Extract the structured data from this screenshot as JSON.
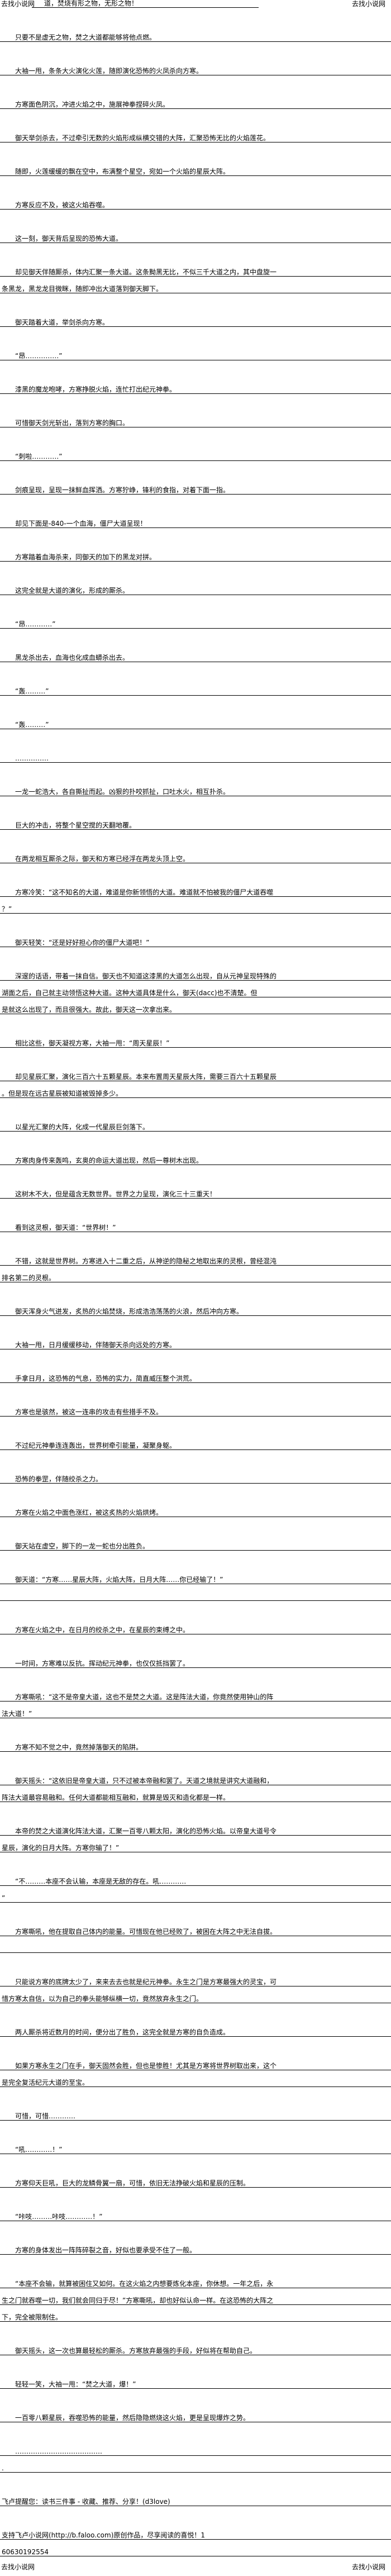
{
  "header": {
    "site_left": "去找小说网",
    "title": "道，焚烧有形之物，无形之物！",
    "site_right": "去找小说网"
  },
  "paragraphs": [
    {
      "indent": true,
      "lines": [
        "只要不是虚无之物，焚之大道都能够将他点燃。"
      ]
    },
    {
      "indent": true,
      "lines": [
        "大袖一甩，条条大火演化火莲，随即演化恐怖的火凤杀向方寒。"
      ]
    },
    {
      "indent": true,
      "lines": [
        "方寒面色阴沉，冲进火焰之中，施展神拳捏碎火凤。"
      ]
    },
    {
      "indent": true,
      "lines": [
        "御天举剑杀去，不过牵引无数的火焰形成纵横交错的大阵，汇聚恐怖无比的火焰莲花。"
      ]
    },
    {
      "indent": true,
      "lines": [
        "随即，火莲缓缓的飘在空中，布满整个星空，宛如一个火焰的星辰大阵。"
      ]
    },
    {
      "indent": true,
      "lines": [
        "方寒反应不及，被这火焰吞噬。"
      ]
    },
    {
      "indent": true,
      "lines": [
        "这一刻，御天背后呈现的恐怖大道。"
      ]
    },
    {
      "indent": true,
      "lines": [
        "却见御天伴随厮杀，体内汇聚一条大道。这条黝黑无比，不似三千大道之内，其中盘旋一",
        "条黑龙，黑龙龙目微眯，随即冲出大道落到御天脚下。"
      ]
    },
    {
      "indent": true,
      "lines": [
        "御天踏着大道，举剑杀向方寒。"
      ]
    },
    {
      "indent": true,
      "lines": [
        "“昂……………”"
      ]
    },
    {
      "indent": true,
      "lines": [
        "漆黑的魔龙咆哮，方寒挣脱火焰，连忙打出纪元神拳。"
      ]
    },
    {
      "indent": true,
      "lines": [
        "可惜御天剑光斩出，落到方寒的胸口。"
      ]
    },
    {
      "indent": true,
      "lines": [
        "“刺啦…………”"
      ]
    },
    {
      "indent": true,
      "lines": [
        "剑痕呈现，呈现一抹鲜血挥洒。方寒狞峥，锋利的食指，对着下面一指。"
      ]
    },
    {
      "indent": true,
      "lines": [
        "却见下面是-840-一个血海，僵尸大道呈现！"
      ]
    },
    {
      "indent": true,
      "lines": [
        "方寒踏着血海杀来，同御天的加下的黑龙对拼。"
      ]
    },
    {
      "indent": true,
      "lines": [
        "这完全就是大道的演化，形成的厮杀。"
      ]
    },
    {
      "indent": true,
      "lines": [
        "“昂…………”"
      ]
    },
    {
      "indent": true,
      "lines": [
        "黑龙杀出去，血海也化成血蟒杀出去。"
      ]
    },
    {
      "indent": true,
      "lines": [
        "“轰………”"
      ]
    },
    {
      "indent": true,
      "lines": [
        "“轰………”"
      ]
    },
    {
      "indent": true,
      "lines": [
        "……………"
      ]
    },
    {
      "indent": true,
      "lines": [
        "一龙一蛇浩大，各自撕扯而起。凶狠的扑咬抓扯，口吐水火，相互扑杀。"
      ]
    },
    {
      "indent": true,
      "lines": [
        "巨大的冲击，将整个星空搅的天翻地覆。"
      ]
    },
    {
      "indent": true,
      "lines": [
        "在两龙相互厮杀之际，御天和方寒已经浮在两龙头顶上空。"
      ]
    },
    {
      "indent": true,
      "lines": [
        "方寒冷笑：“这不知名的大道，难道是你新领悟的大道。难道就不怕被我的僵尸大道吞噬",
        "？”"
      ]
    },
    {
      "indent": true,
      "lines": [
        "御天轻笑：“还是好好担心你的僵尸大道吧！”"
      ]
    },
    {
      "indent": true,
      "lines": [
        "深邃的话语，带着一抹自信。御天也不知道这漆黑的大道怎么出现，自从元神呈现特殊的",
        "湖面之后，自己就主动领悟这种大道。这种大道具体是什么，御天(dacc)也不清楚。但",
        "是就这么出现了，而且很强大。故此，御天这一次拿出来。"
      ]
    },
    {
      "indent": true,
      "lines": [
        "相比这些，御天凝视方寒，大袖一甩：“周天星辰！”"
      ]
    },
    {
      "indent": true,
      "lines": [
        "却见星辰汇聚，演化三百六十五颗星辰。本来布置周天星辰大阵，需要三百六十五颗星辰",
        "。但是现在远古星辰被知道被毁掉多少。"
      ]
    },
    {
      "indent": true,
      "lines": [
        "以星光汇聚的大阵，化成一代星辰巨剑落下。"
      ]
    },
    {
      "indent": true,
      "lines": [
        "方寒肉身传来轰鸣，玄奥的命运大道出现，然后一尊树木出现。"
      ]
    },
    {
      "indent": true,
      "lines": [
        "这树木不大，但是蕴含无数世界。世界之力呈现，演化三十三重天！"
      ]
    },
    {
      "indent": true,
      "lines": [
        "看到这灵根，御天道：“世界树！”"
      ]
    },
    {
      "indent": true,
      "lines": [
        "不错，这就是世界树。方寒进入十二重之后，从神逆的隐秘之地取出来的灵根，曾经混沌",
        "排名第二的灵根。"
      ]
    },
    {
      "indent": true,
      "lines": [
        "御天浑身火气迸发，炙热的火焰焚烧，形成浩浩荡荡的火浪，然后冲向方寒。"
      ]
    },
    {
      "indent": true,
      "lines": [
        "大袖一甩，日月缓缓移动，伴随御天杀向远处的方寒。"
      ]
    },
    {
      "indent": true,
      "lines": [
        "手拿日月，这恐怖的气息，恐怖的实力，简直威压整个洪荒。"
      ]
    },
    {
      "indent": true,
      "lines": [
        "方寒也是骇然，被这一连串的攻击有些措手不及。"
      ]
    },
    {
      "indent": true,
      "lines": [
        "不过纪元神拳连连轰出，世界树牵引能量，凝聚身躯。"
      ]
    },
    {
      "indent": true,
      "lines": [
        "恐怖的拳罡，伴随绞杀之力。"
      ]
    },
    {
      "indent": true,
      "lines": [
        "方寒在火焰之中面色涨红，被这炙热的火焰烘烤。"
      ]
    },
    {
      "indent": true,
      "lines": [
        "御天站在虚空，脚下的一龙一蛇也分出胜负。"
      ]
    },
    {
      "indent": true,
      "lines": [
        "御天道：“方寒……星辰大阵，火焰大阵，日月大阵……你已经输了！”",
        ""
      ]
    },
    {
      "indent": true,
      "lines": [
        "方寒在火焰之中，在日月的绞杀之中，在星辰的束缚之中。"
      ]
    },
    {
      "indent": true,
      "lines": [
        "一时间，方寒难以反抗。挥动纪元神拳，也仅仅抵挡罢了。"
      ]
    },
    {
      "indent": true,
      "lines": [
        "方寒嘶吼：“这不是帝皇大道，这也不是焚之大道。这是阵法大道，你竟然使用钟山的阵",
        "法大道！”"
      ]
    },
    {
      "indent": true,
      "lines": [
        "方寒不知不觉之中，竟然掉落御天的陷阱。"
      ]
    },
    {
      "indent": true,
      "lines": [
        "御天摇头：“这依旧是帝皇大道，只不过被本帝融和罢了。天道之境就是讲究大道融和，",
        "阵法大道最容易融和。任何大道都能相互融和，就算是毁灭和造化都是一样。"
      ]
    },
    {
      "indent": true,
      "lines": [
        "本帝的焚之大道演化阵法大道，汇聚一百零八颗太阳，演化的恐怖火焰。以帝皇大道号令",
        "星辰，演化的日月大阵。方寒你输了！”"
      ]
    },
    {
      "indent": true,
      "lines": [
        "“不………本座不会认输，本座是无敌的存在。吼…………",
        "”"
      ]
    },
    {
      "indent": true,
      "lines": [
        "方寒嘶吼，他在提取自己体内的能量。可惜现在他已经败了，被困在大阵之中无法自拔。",
        ""
      ]
    },
    {
      "indent": true,
      "lines": [
        "只能说方寒的底牌太少了，来来去去也就是纪元神拳。永生之门是方寒最强大的灵宝，可",
        "惜方寒太自信，以为自己的拳头能够纵横一切，竟然放弃永生之门。"
      ]
    },
    {
      "indent": true,
      "lines": [
        "两人厮杀将近数月的时间，便分出了胜负，这完全就是方寒的自负造成。"
      ]
    },
    {
      "indent": true,
      "lines": [
        "如果方寒永生之门在手，御天固然会胜，但也是惨胜！尤其是方寒将世界树取出来，这个",
        "是完全复活纪元大道的至宝。"
      ]
    },
    {
      "indent": true,
      "lines": [
        "可惜，可惜…………"
      ]
    },
    {
      "indent": true,
      "lines": [
        "“吼…………！”"
      ]
    },
    {
      "indent": true,
      "lines": [
        "方寒仰天巨吼，巨大的龙鳞骨翼一扇，可惜，依旧无法挣破火焰和星辰的压制。"
      ]
    },
    {
      "indent": true,
      "lines": [
        "“咔吱………咔吱…………！”"
      ]
    },
    {
      "indent": true,
      "lines": [
        "方寒的身体发出一阵阵碎裂之音，好似也要承受不住了一般。"
      ]
    },
    {
      "indent": true,
      "lines": [
        "“本座不会输，就算被困住又如何。在这火焰之内想要炼化本座，你休想。一年之后，永",
        "生之门就吞噬一切，我们就会同归于尽！”方寒嘶吼，却也好似认命一样。在这恐怖的大阵之",
        "下，完全被限制住。"
      ]
    },
    {
      "indent": true,
      "lines": [
        "御天摇头，这一次也算最轻松的厮杀。方寒放弃最强的手段，好似将在帮助自己。"
      ]
    },
    {
      "indent": true,
      "lines": [
        "轻轻一笑，大袖一甩：“焚之大道，爆！”"
      ]
    },
    {
      "indent": true,
      "lines": [
        "一百零八颗星辰，吞噬恐怖的能量，然后隐隐燃烧这火焰，更是呈现爆炸之势。"
      ]
    },
    {
      "indent": true,
      "lines": [
        "…………………………………",
        "."
      ]
    },
    {
      "indent": false,
      "lines": [
        "飞卢提醒您：读书三件事 - 收藏、推荐、分享！(d3love)"
      ]
    },
    {
      "indent": false,
      "lines": [
        "支持飞卢小说网(http://b.faloo.com)原创作品，尽享阅读的喜悦！1",
        "60630192554"
      ]
    }
  ],
  "footer": {
    "site_left": "去找小说网",
    "site_right": "去找小说网"
  }
}
